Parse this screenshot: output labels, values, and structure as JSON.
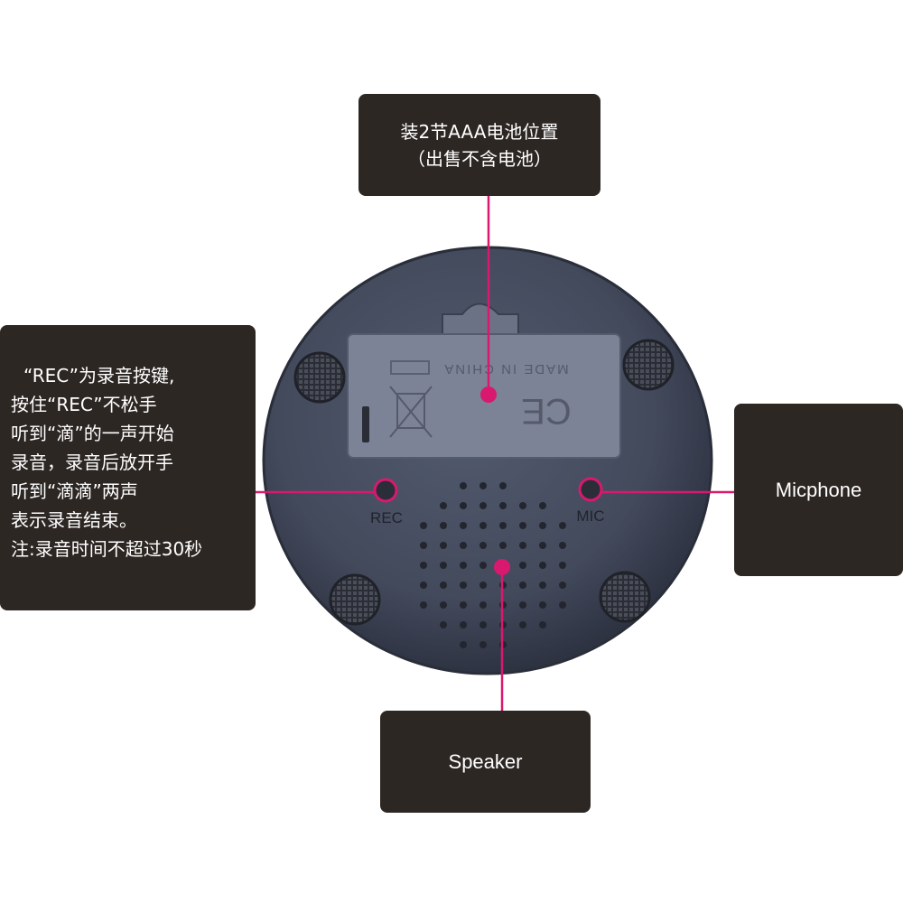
{
  "callouts": {
    "battery": {
      "line1": "装2节AAA电池位置",
      "line2": "（出售不含电池）"
    },
    "rec": {
      "lines": [
        "“REC”为录音按键,",
        "按住“REC”不松手",
        "听到“滴”的一声开始",
        "录音，录音后放开手",
        "听到“滴滴”两声",
        "表示录音结束。",
        "注:录音时间不超过30秒"
      ]
    },
    "mic": {
      "label": "Micphone"
    },
    "speaker": {
      "label": "Speaker"
    }
  },
  "device": {
    "rec_port_label": "REC",
    "mic_port_label": "MIC",
    "battery_cover_text": "MADE IN CHINA",
    "ce_mark": "CE"
  },
  "colors": {
    "callout_bg": "#2d2724",
    "pointer": "#d8196f",
    "device_body": "#454b5e"
  }
}
